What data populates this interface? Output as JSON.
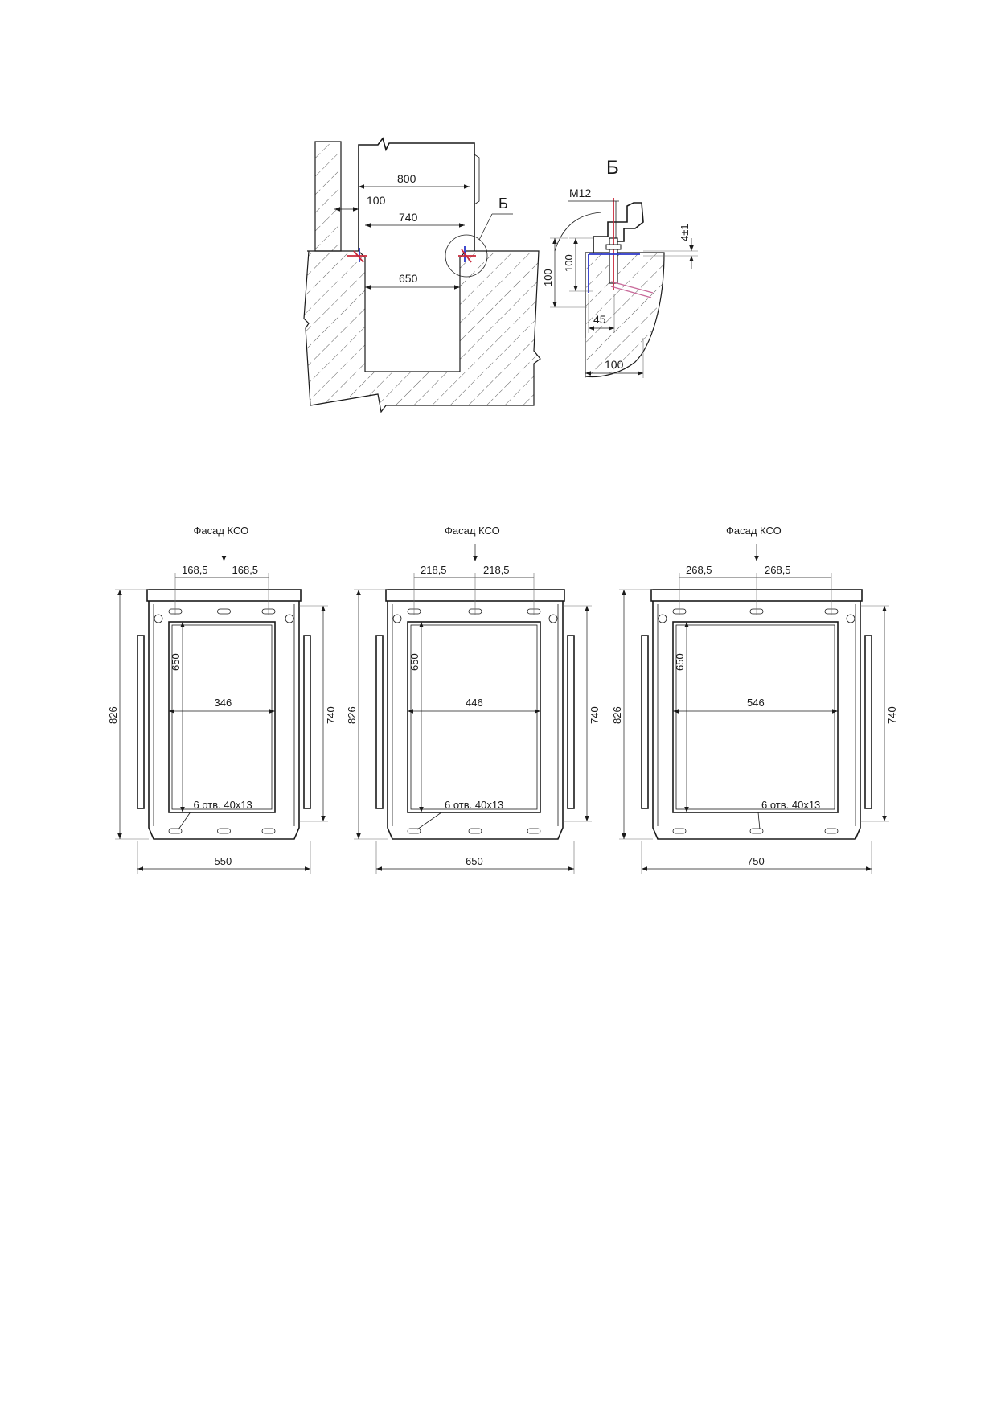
{
  "section_view": {
    "dims": {
      "d800": "800",
      "d100": "100",
      "d740": "740",
      "d650": "650"
    },
    "callout": "Б"
  },
  "detail_view": {
    "title": "Б",
    "bolt": "М12",
    "tolerance": "4±1",
    "d100_outer": "100",
    "d100_inner": "100",
    "d45": "45",
    "d100_bottom": "100"
  },
  "frames": [
    {
      "facade": "Фасад КСО",
      "pitch_left": "168,5",
      "pitch_right": "168,5",
      "height_opening": "650",
      "width_opening": "346",
      "height_total": "826",
      "height_side": "740",
      "holes": "6 отв. 40х13",
      "width_total": "550"
    },
    {
      "facade": "Фасад КСО",
      "pitch_left": "218,5",
      "pitch_right": "218,5",
      "height_opening": "650",
      "width_opening": "446",
      "height_total": "826",
      "height_side": "740",
      "holes": "6 отв. 40х13",
      "width_total": "650"
    },
    {
      "facade": "Фасад КСО",
      "pitch_left": "268,5",
      "pitch_right": "268,5",
      "height_opening": "650",
      "width_opening": "546",
      "height_total": "826",
      "height_side": "740",
      "holes": "6 отв. 40х13",
      "width_total": "750"
    }
  ]
}
